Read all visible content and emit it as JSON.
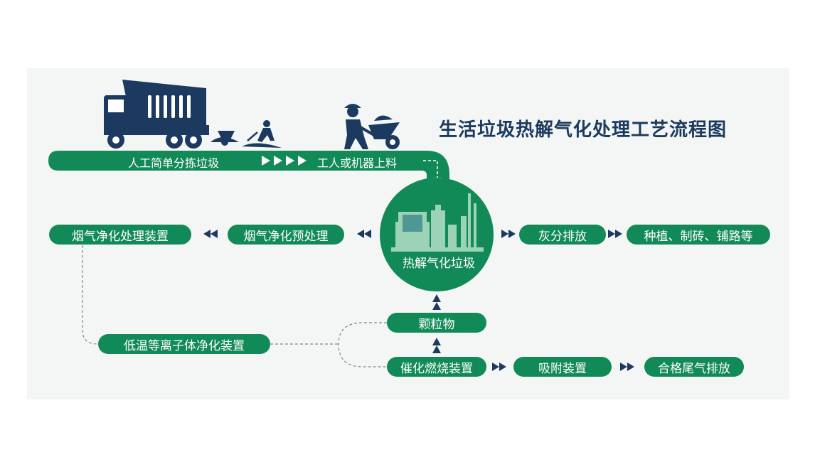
{
  "title": "生活垃圾热解气化处理工艺流程图",
  "colors": {
    "green": "#128a57",
    "navy": "#1c3a60",
    "light_bg": "#f4f6f5"
  },
  "icons": [
    "dump-truck-icon",
    "worker-wheelbarrow-icon",
    "worker-shovel-icon",
    "worker-cart-icon",
    "gasification-plant-icon"
  ],
  "top_track": {
    "step1": "人工简单分拣垃圾",
    "step2": "工人或机器上料"
  },
  "center": {
    "label": "热解气化垃圾"
  },
  "left": {
    "pretreat": "烟气净化预处理",
    "purify": "烟气净化处理装置",
    "plasma": "低温等离子体净化装置"
  },
  "right": {
    "ash": "灰分排放",
    "use": "种植、制砖、铺路等"
  },
  "bottom": {
    "particles": "颗粒物",
    "catalytic": "催化燃烧装置",
    "adsorb": "吸附装置",
    "emission": "合格尾气排放"
  }
}
